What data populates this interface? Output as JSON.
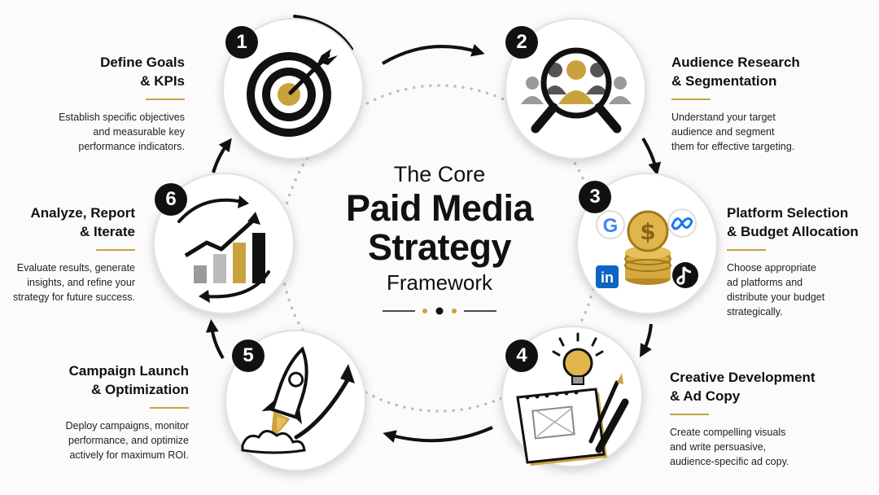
{
  "title": {
    "pre": "The Core",
    "main_line1": "Paid Media",
    "main_line2": "Strategy",
    "post": "Framework"
  },
  "steps": [
    {
      "number": "1",
      "title": "Define Goals\n& KPIs",
      "description": "Establish specific objectives\nand measurable key\nperformance indicators.",
      "icon": "target-icon"
    },
    {
      "number": "2",
      "title": "Audience Research\n& Segmentation",
      "description": "Understand your target\naudience and segment\nthem for effective targeting.",
      "icon": "audience-magnifier-icon"
    },
    {
      "number": "3",
      "title": "Platform Selection\n& Budget Allocation",
      "description": "Choose appropriate\nad platforms and\ndistribute your budget\nstrategically.",
      "icon": "platform-budget-icon"
    },
    {
      "number": "4",
      "title": "Creative Development\n& Ad Copy",
      "description": "Create compelling visuals\nand write persuasive,\naudience-specific ad copy.",
      "icon": "creative-lightbulb-icon"
    },
    {
      "number": "5",
      "title": "Campaign Launch\n& Optimization",
      "description": "Deploy campaigns, monitor\nperformance, and optimize\nactively for maximum ROI.",
      "icon": "rocket-icon"
    },
    {
      "number": "6",
      "title": "Analyze, Report\n& Iterate",
      "description": "Evaluate results, generate\ninsights, and refine your\nstrategy for future success.",
      "icon": "growth-chart-icon"
    }
  ],
  "platform_badges": {
    "google": "G",
    "linkedin": "in",
    "dollar": "$"
  },
  "colors": {
    "accent_gold": "#c9a23e",
    "dark": "#111111",
    "gray": "#8a8a8a"
  }
}
